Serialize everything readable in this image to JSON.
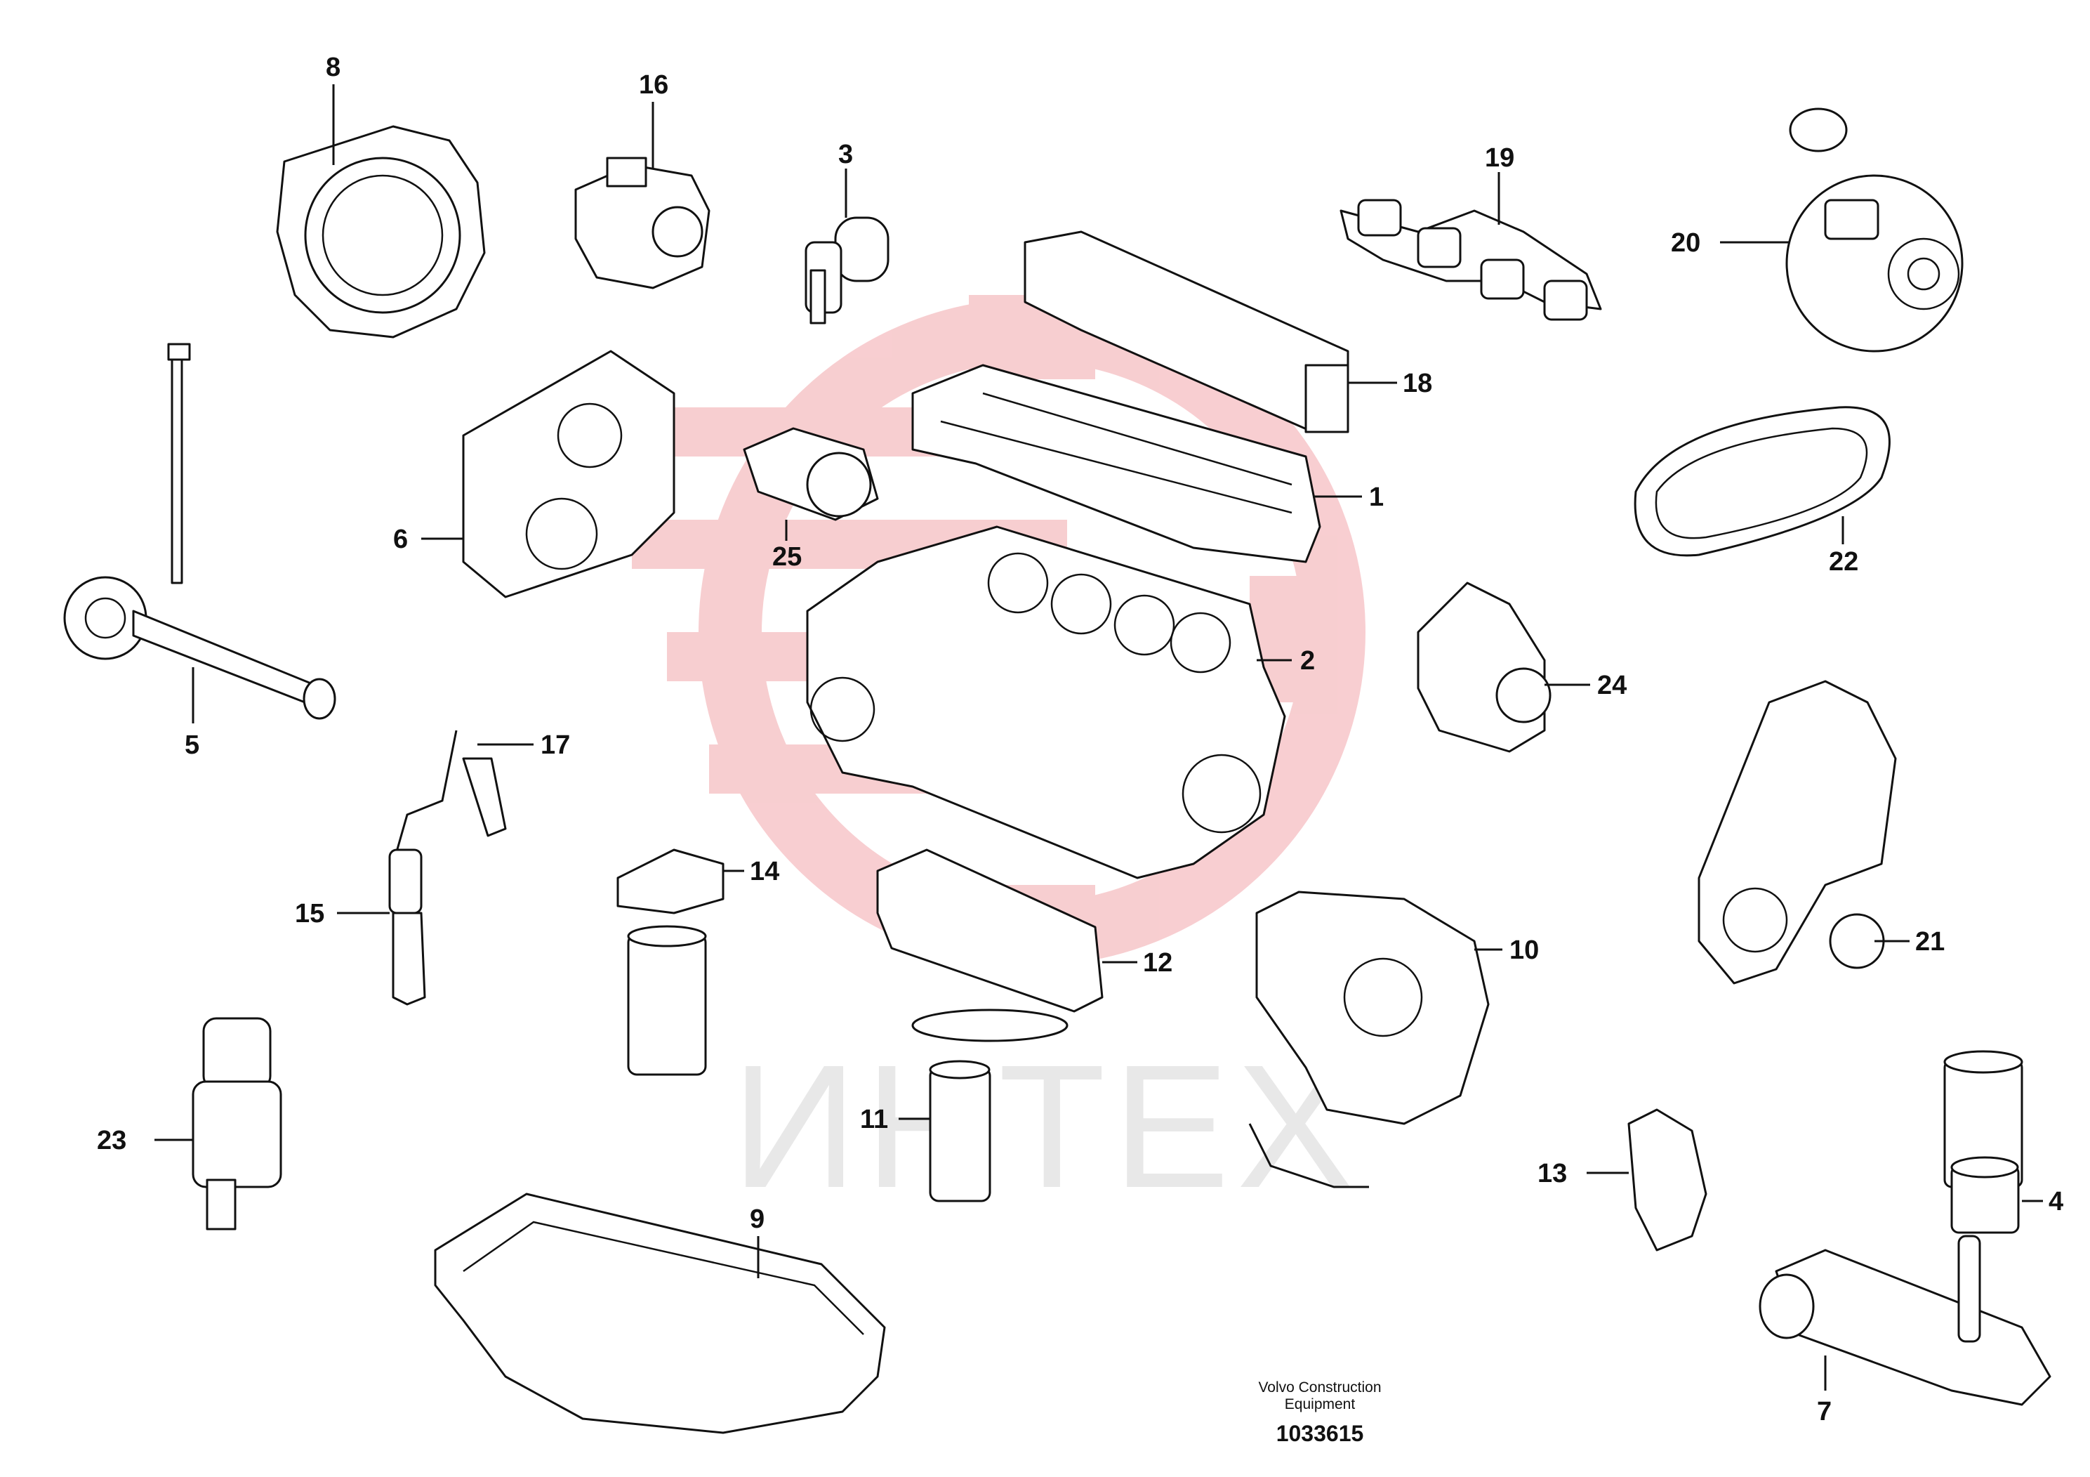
{
  "watermark": {
    "text": "ИНТЕХ",
    "color": "#e8e8e8",
    "logo_color": "#f7c9cc"
  },
  "callouts": [
    {
      "id": "1",
      "text": "1"
    },
    {
      "id": "2",
      "text": "2"
    },
    {
      "id": "3",
      "text": "3"
    },
    {
      "id": "4",
      "text": "4"
    },
    {
      "id": "5",
      "text": "5"
    },
    {
      "id": "6",
      "text": "6"
    },
    {
      "id": "7",
      "text": "7"
    },
    {
      "id": "8",
      "text": "8"
    },
    {
      "id": "9",
      "text": "9"
    },
    {
      "id": "10",
      "text": "10"
    },
    {
      "id": "11",
      "text": "11"
    },
    {
      "id": "12",
      "text": "12"
    },
    {
      "id": "13",
      "text": "13"
    },
    {
      "id": "14",
      "text": "14"
    },
    {
      "id": "15",
      "text": "15"
    },
    {
      "id": "16",
      "text": "16"
    },
    {
      "id": "17",
      "text": "17"
    },
    {
      "id": "18",
      "text": "18"
    },
    {
      "id": "19",
      "text": "19"
    },
    {
      "id": "20",
      "text": "20"
    },
    {
      "id": "21",
      "text": "21"
    },
    {
      "id": "22",
      "text": "22"
    },
    {
      "id": "23",
      "text": "23"
    },
    {
      "id": "24",
      "text": "24"
    },
    {
      "id": "25",
      "text": "25"
    }
  ],
  "footer": {
    "line1": "Volvo Construction",
    "line2": "Equipment",
    "drawing_number": "1033615"
  }
}
